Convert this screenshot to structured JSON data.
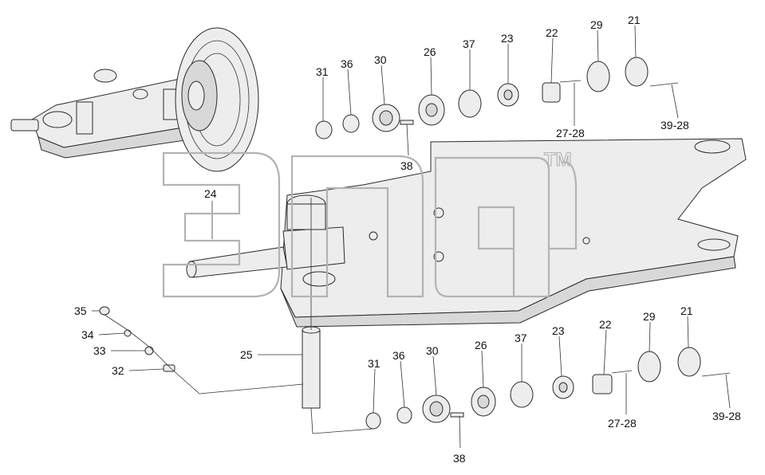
{
  "callouts": {
    "top_row": [
      "31",
      "36",
      "30",
      "26",
      "37",
      "23",
      "22",
      "29",
      "21"
    ],
    "top_27_28": "27-28",
    "top_39_28": "39-28",
    "top_38": "38",
    "mid_24": "24",
    "left_35": "35",
    "left_34": "34",
    "left_33": "33",
    "left_32": "32",
    "mid_25": "25",
    "bottom_row": [
      "31",
      "36",
      "30",
      "26",
      "37",
      "23",
      "22",
      "29",
      "21"
    ],
    "bottom_27_28": "27-28",
    "bottom_39_28": "39-28",
    "bottom_38": "38"
  },
  "watermark_tm": "TM"
}
